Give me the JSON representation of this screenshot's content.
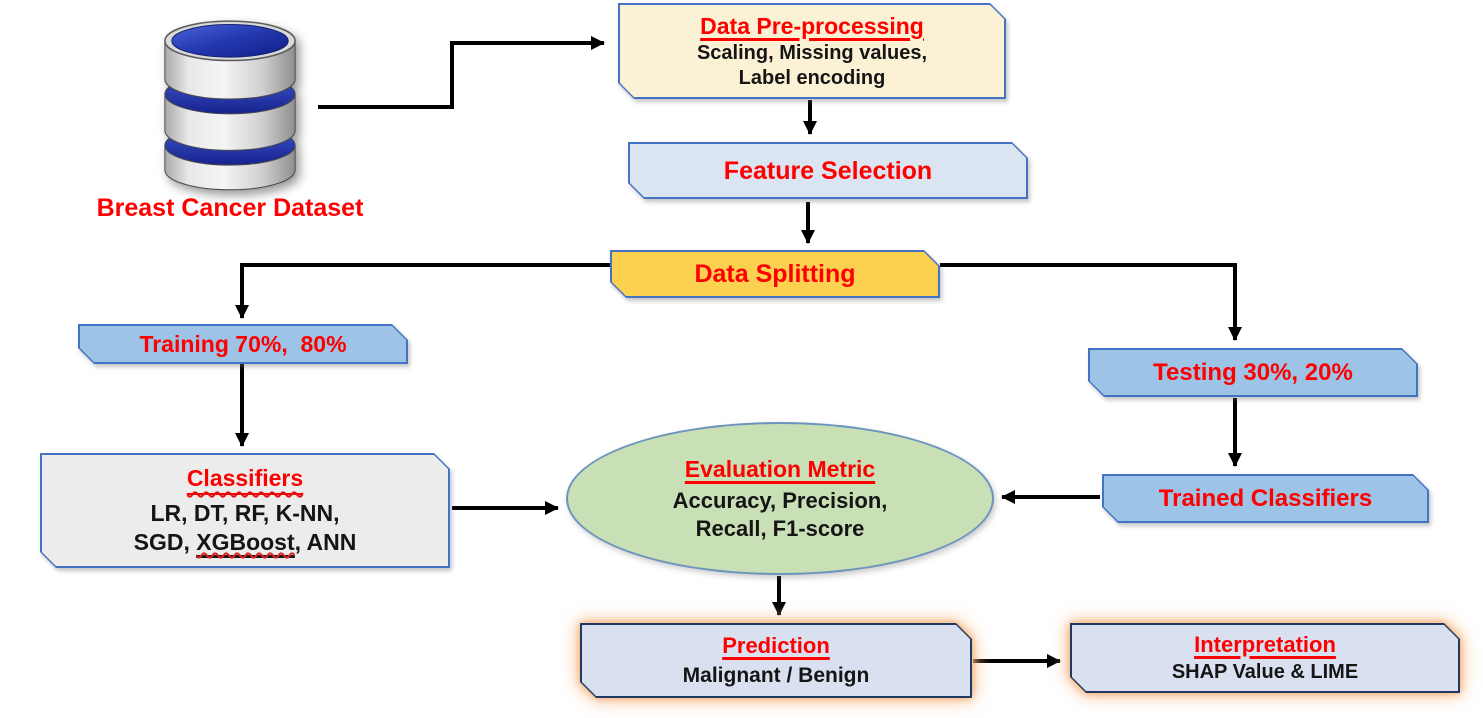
{
  "nodes": {
    "dataset": {
      "label": "Breast Cancer Dataset",
      "icon": "database-icon"
    },
    "preprocessing": {
      "title": "Data Pre-processing",
      "lines": [
        "Scaling, Missing values,",
        "Label encoding"
      ]
    },
    "feature_selection": {
      "title": "Feature Selection"
    },
    "data_splitting": {
      "title": "Data Splitting"
    },
    "training": {
      "title": "Training 70%,  80%"
    },
    "testing": {
      "title": "Testing 30%, 20%"
    },
    "classifiers": {
      "title": "Classifiers",
      "line1": "LR, DT, RF, K-NN,",
      "line2_parts": [
        "SGD, ",
        "XGBoost",
        ", ANN"
      ]
    },
    "evaluation_metric": {
      "title": "Evaluation Metric",
      "lines": [
        "Accuracy, Precision,",
        "Recall, F1-score"
      ]
    },
    "trained_classifiers": {
      "title": "Trained Classifiers"
    },
    "prediction": {
      "title": "Prediction",
      "subtitle": "Malignant / Benign"
    },
    "interpretation": {
      "title": "Interpretation",
      "subtitle": "SHAP Value & LIME"
    }
  },
  "edges": [
    {
      "from": "dataset",
      "to": "preprocessing"
    },
    {
      "from": "preprocessing",
      "to": "feature_selection"
    },
    {
      "from": "feature_selection",
      "to": "data_splitting"
    },
    {
      "from": "data_splitting",
      "to": "training"
    },
    {
      "from": "data_splitting",
      "to": "testing"
    },
    {
      "from": "training",
      "to": "classifiers"
    },
    {
      "from": "classifiers",
      "to": "evaluation_metric"
    },
    {
      "from": "testing",
      "to": "trained_classifiers"
    },
    {
      "from": "trained_classifiers",
      "to": "evaluation_metric"
    },
    {
      "from": "evaluation_metric",
      "to": "prediction"
    },
    {
      "from": "prediction",
      "to": "interpretation"
    }
  ],
  "colors": {
    "title_red": "#FE0000",
    "body_text": "#151515",
    "arrow": "#000000",
    "preprocessing_fill": "#FBF1D4",
    "feature_selection_fill": "#DBE5F1",
    "data_splitting_fill": "#FCD14F",
    "training_testing_fill": "#9DC3E6",
    "classifiers_fill": "#ECECEC",
    "evaluation_fill": "#C9E0B7",
    "prediction_interpretation_fill": "#D9E1F1",
    "box_border": "#4472C4",
    "result_border": "#1F3864",
    "glow": "#F6A566",
    "database_blue": "#2335A8",
    "database_gray": "#D6D6D6"
  }
}
